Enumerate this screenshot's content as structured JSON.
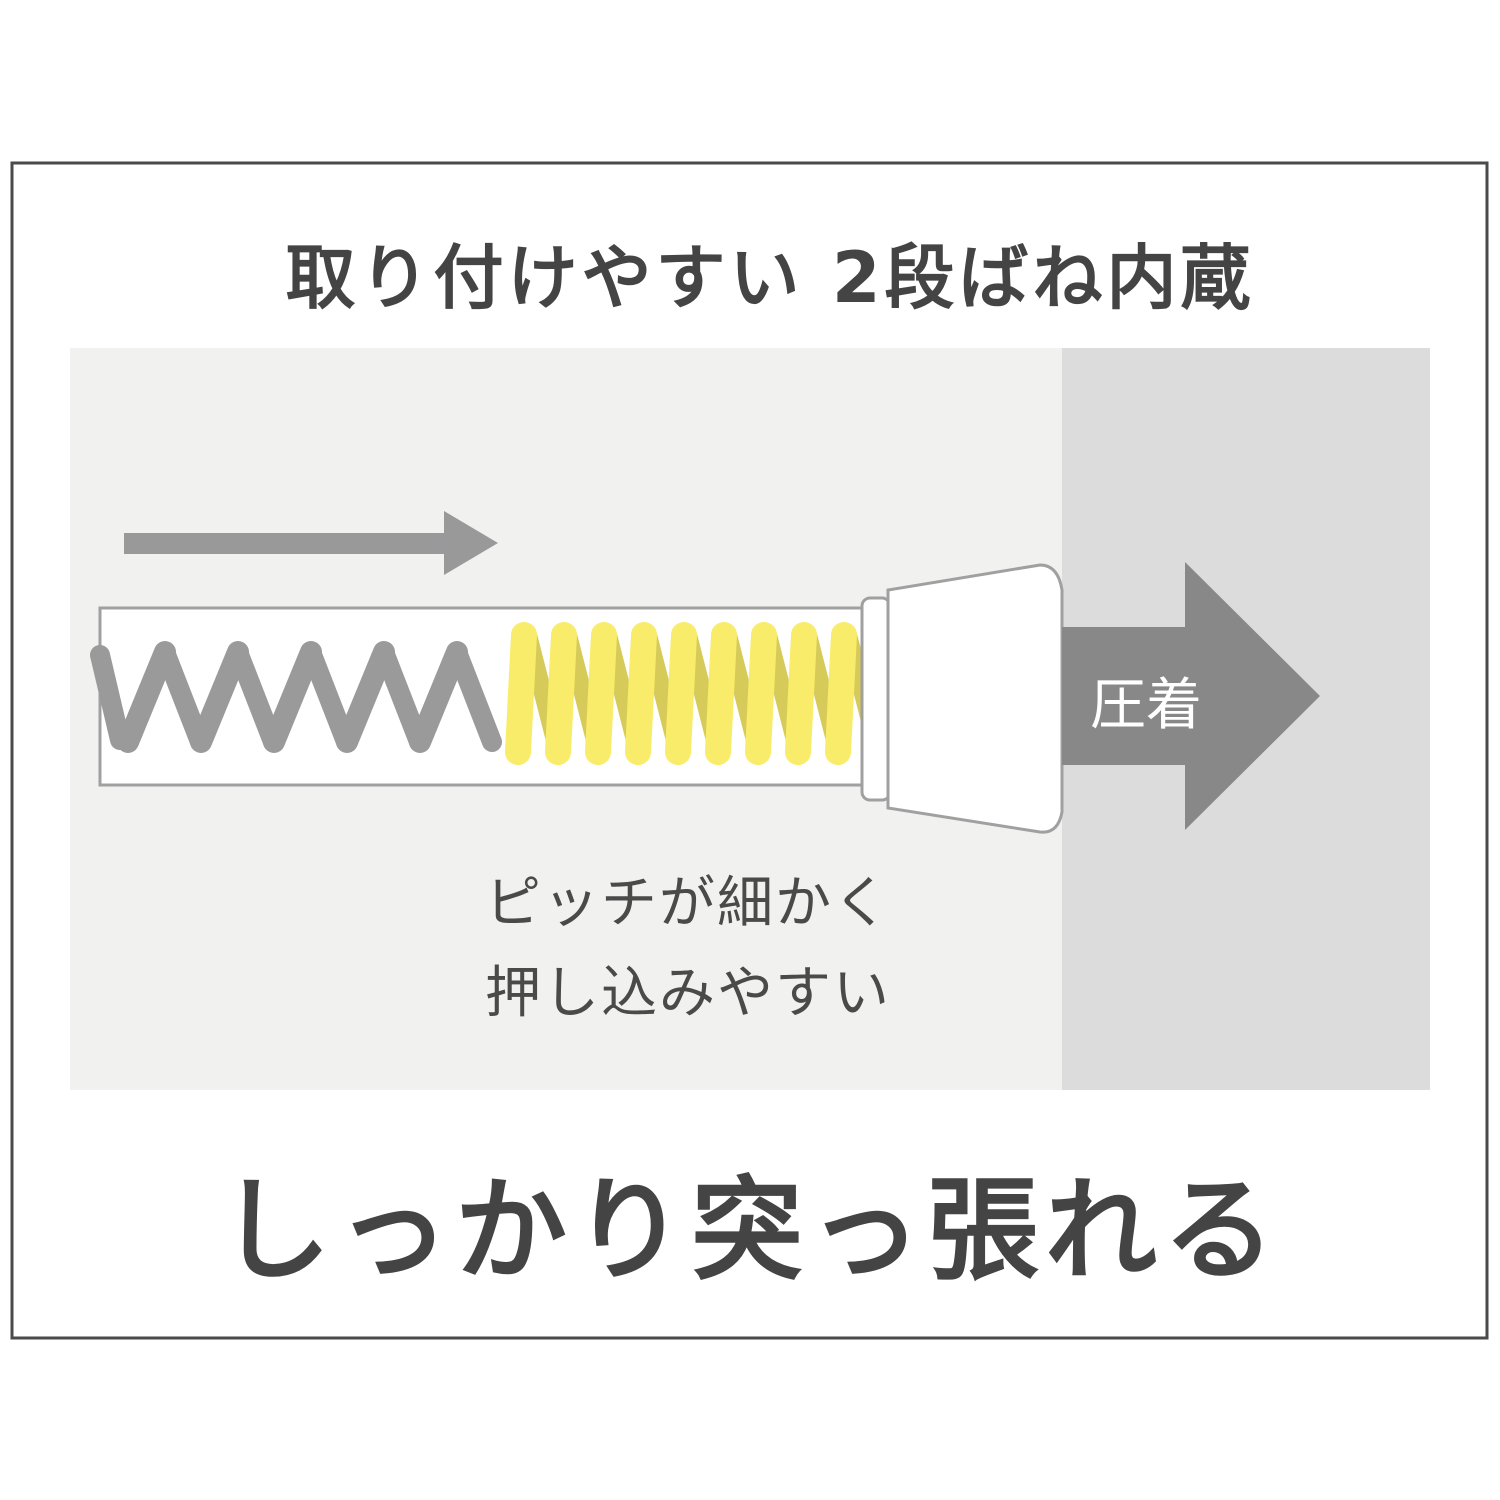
{
  "title": "取り付けやすい 2段ばね内蔵",
  "notes": [
    "ピッチが細かく",
    "押し込みやすい"
  ],
  "arrow_label": "圧着",
  "tagline": "しっかり突っ張れる",
  "colors": {
    "frame": "#4a4a4a",
    "panel": "#f1f1ef",
    "wall": "#dcdcdc",
    "arrow": "#888888",
    "spring_gray": "#9a9a9a",
    "spring_yellow": "#f8ec6a"
  }
}
